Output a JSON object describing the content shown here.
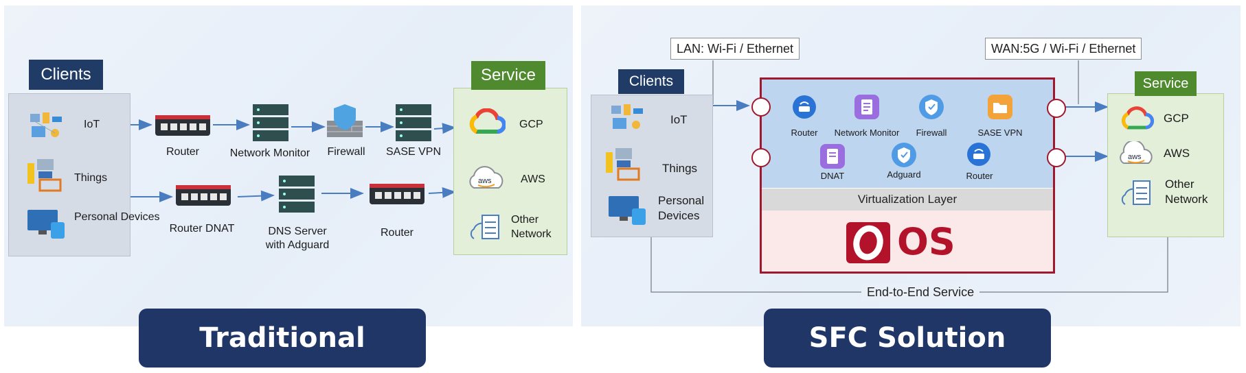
{
  "traditional": {
    "clients_header": "Clients",
    "service_header": "Service",
    "clients": [
      "IoT",
      "Things",
      "Personal Devices"
    ],
    "services": [
      "GCP",
      "AWS",
      "Other Network"
    ],
    "chain1": [
      "Router",
      "Network Monitor",
      "Firewall",
      "SASE VPN"
    ],
    "chain2": [
      "Router DNAT",
      "DNS Server with Adguard",
      "Router"
    ],
    "button": "Traditional"
  },
  "sfc": {
    "lan_label": "LAN: Wi-Fi / Ethernet",
    "wan_label": "WAN:5G / Wi-Fi / Ethernet",
    "clients_header": "Clients",
    "service_header": "Service",
    "clients": [
      "IoT",
      "Things",
      "Personal Devices"
    ],
    "services": [
      "GCP",
      "AWS",
      "Other Network"
    ],
    "chain1": [
      "Router",
      "Network Monitor",
      "Firewall",
      "SASE VPN"
    ],
    "chain2": [
      "DNAT",
      "Adguard",
      "Router"
    ],
    "virtualization_layer": "Virtualization Layer",
    "os_text": "OS",
    "end_to_end": "End-to-End Service",
    "button": "SFC Solution"
  },
  "colors": {
    "navy": "#1f3b66",
    "green_header": "#4f8a2e",
    "arrow_blue": "#4a7cc0",
    "frame_red": "#a0182d",
    "button_navy": "#1f3666"
  }
}
